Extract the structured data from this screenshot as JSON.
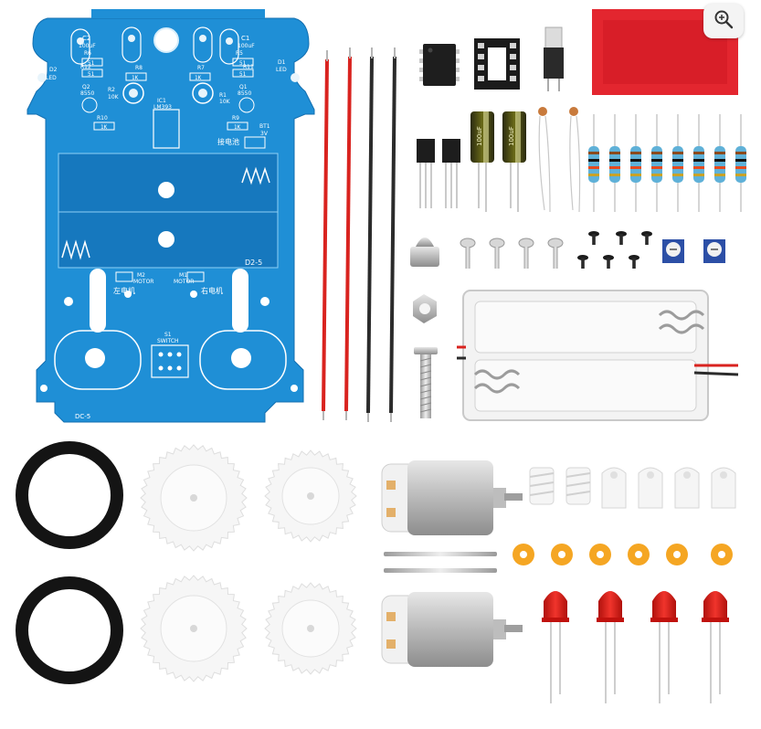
{
  "pcb": {
    "board_label": "DC-5",
    "right_label": "D2-5",
    "ic_label": "IC1",
    "ic_part": "LM393",
    "left_motor_cn": "左电机",
    "right_motor_cn": "右电机",
    "m2_label": "M2",
    "m1_label": "M1",
    "motor_label": "MOTOR",
    "switch_label": "S1",
    "switch_sub": "SWITCH",
    "battery_cn": "接电池",
    "bt_label": "BT1",
    "bt_volt": "3V",
    "c2_label": "C2",
    "c2_value": "100uF",
    "c1_label": "C1",
    "c1_value": "100uF",
    "r5_label": "R5",
    "r5_value": "51",
    "r6_label": "R6",
    "r6_value": "51",
    "r12_label": "R12",
    "r12_value": "51",
    "r11_label": "R11",
    "r11_value": "51",
    "r8_label": "R8",
    "r8_value": "1K",
    "r7_label": "R7",
    "r7_value": "1K",
    "r2_label": "R2",
    "r2_value": "10K",
    "r1_label": "R1",
    "r1_value": "10K",
    "q2_label": "Q2",
    "q2_value": "8550",
    "q1_label": "Q1",
    "q1_value": "8550",
    "r10_label": "R10",
    "r10_value": "1K",
    "r9_label": "R9",
    "r9_value": "1K",
    "d2_label": "D2",
    "d1_label": "D1",
    "led_label": "LED"
  },
  "capacitor_label": "100uF",
  "icons": {
    "zoom": "zoom-magnifier-icon"
  },
  "colors": {
    "pcb_blue": "#1f8fd6",
    "pcb_dark": "#136fb0",
    "wire_red": "#d9231f",
    "wire_black": "#2b2b2b",
    "resistor_body": "#5fb1d8",
    "red_tape": "#e3262f",
    "washer_orange": "#f5a623",
    "led_red": "#e0231c"
  }
}
